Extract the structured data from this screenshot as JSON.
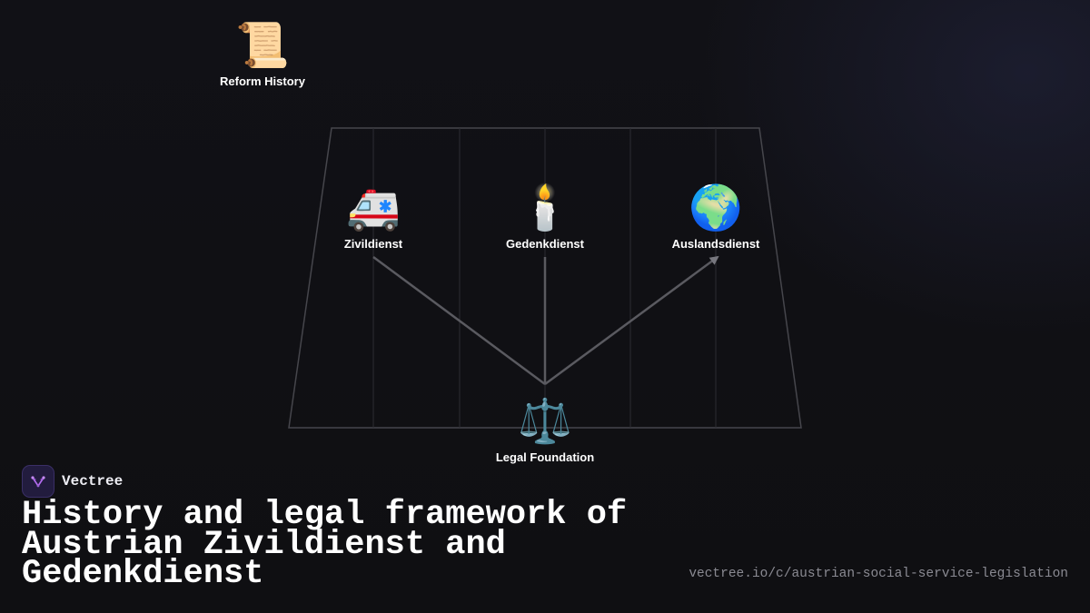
{
  "diagram": {
    "nodes": {
      "reform_history": {
        "label": "Reform History",
        "icon": "scroll-icon",
        "glyph": "📜"
      },
      "zivildienst": {
        "label": "Zivildienst",
        "icon": "ambulance-icon",
        "glyph": "🚑"
      },
      "gedenkdienst": {
        "label": "Gedenkdienst",
        "icon": "candle-icon",
        "glyph": "🕯️"
      },
      "auslandsdienst": {
        "label": "Auslandsdienst",
        "icon": "globe-icon",
        "glyph": "🌍"
      },
      "legal_foundation": {
        "label": "Legal Foundation",
        "icon": "scales-icon",
        "glyph": "⚖️"
      }
    },
    "edges": [
      {
        "from": "legal_foundation",
        "to": "zivildienst",
        "arrow": false
      },
      {
        "from": "legal_foundation",
        "to": "gedenkdienst",
        "arrow": false
      },
      {
        "from": "legal_foundation",
        "to": "auslandsdienst",
        "arrow": true
      }
    ]
  },
  "brand": {
    "name": "Vectree",
    "logo": "vectree-logo-icon"
  },
  "title": "History and legal framework of Austrian Zivildienst and Gedenkdienst",
  "url": "vectree.io/c/austrian-social-service-legislation",
  "colors": {
    "background": "#111115",
    "line": "#55555c",
    "text": "#ffffff",
    "muted": "#8a8a92",
    "brand_accent": "#b46cf0"
  }
}
